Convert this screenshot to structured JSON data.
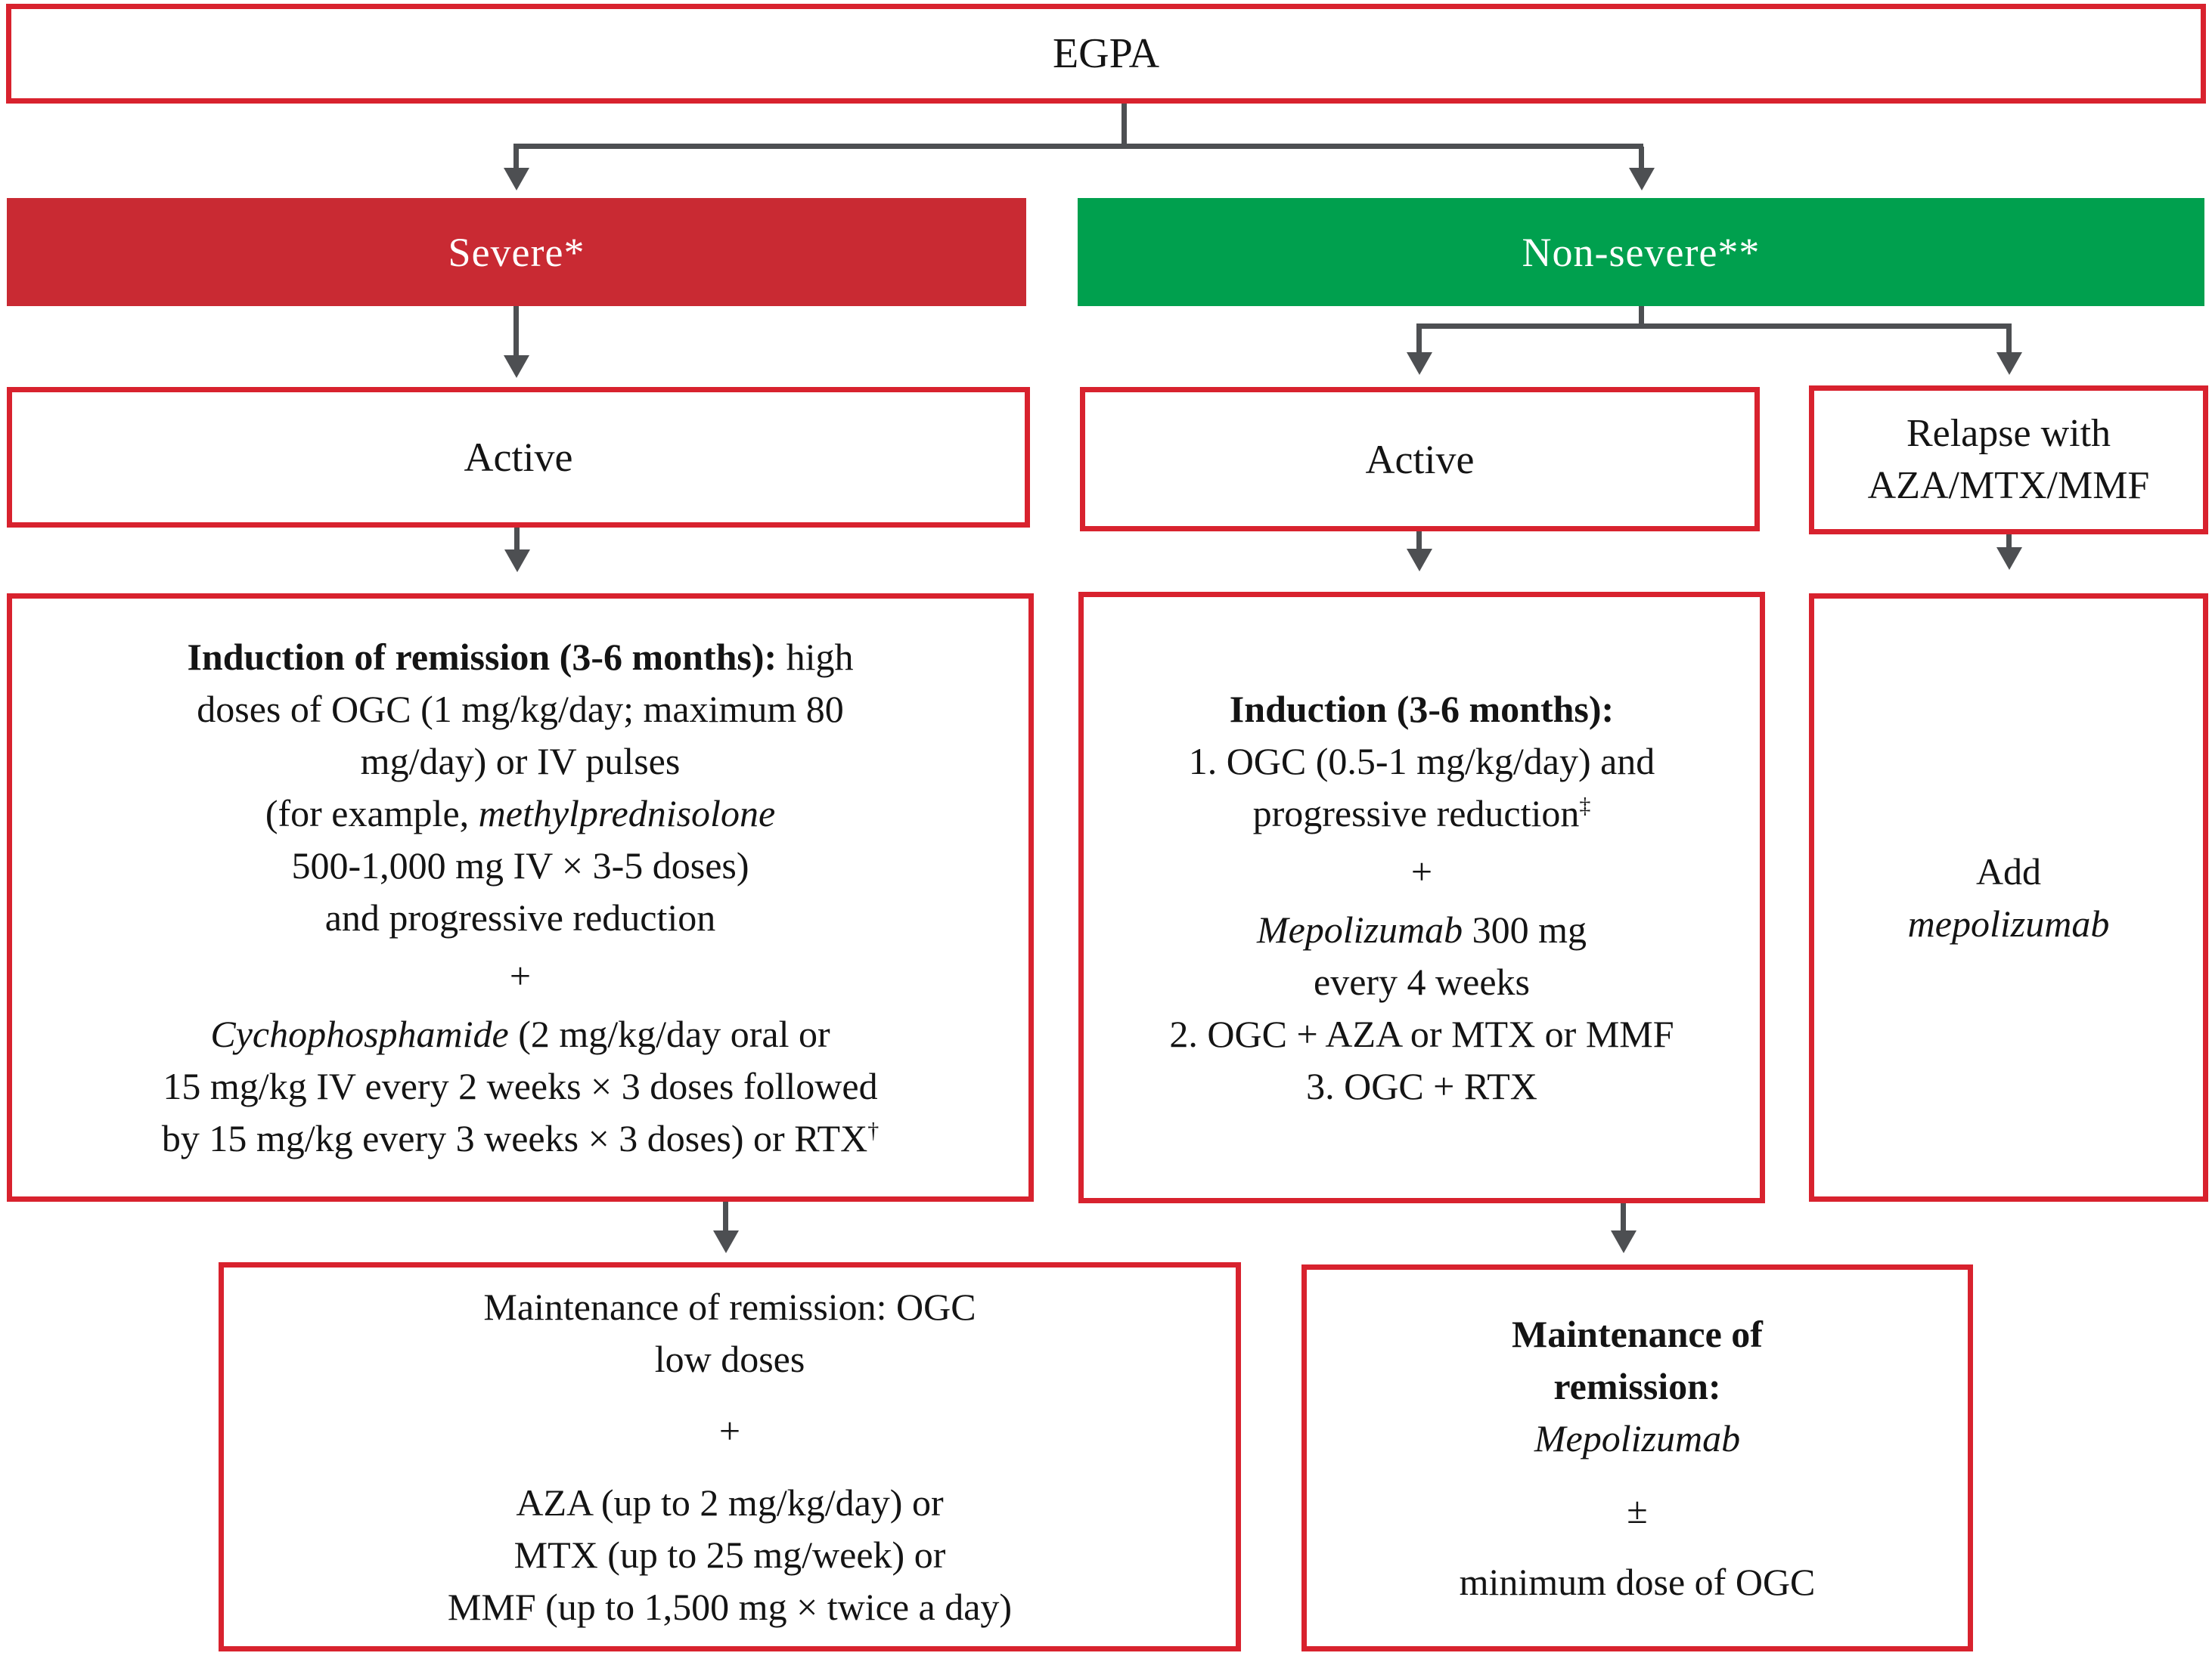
{
  "colors": {
    "bar_red": "#C92A33",
    "bar_green": "#00A04E",
    "box_border": "#D8222E",
    "connector": "#4D4F52",
    "text": "#141414"
  },
  "root": {
    "title": "EGPA"
  },
  "severe": {
    "header": "Severe*",
    "active": "Active",
    "induction": {
      "l1_bold": "Induction of remission (3-6 months):",
      "l1_rest": " high",
      "l2": "doses of OGC (1 mg/kg/day; maximum 80",
      "l3": "mg/day) or IV pulses",
      "l4_pre": "(for example, ",
      "l4_italic": "methylprednisolone",
      "l5": "500-1,000 mg IV × 3-5 doses)",
      "l6": "and progressive reduction",
      "plus": "+",
      "l8_italic": "Cychophosphamide",
      "l8_rest": " (2 mg/kg/day oral or",
      "l9": "15 mg/kg IV every 2 weeks × 3 doses followed",
      "l10": "by 15 mg/kg every 3 weeks × 3 doses) or RTX",
      "l10_sup": "†"
    },
    "maintenance": {
      "l1": "Maintenance of remission: OGC",
      "l2": "low doses",
      "plus": "+",
      "l4": "AZA (up to 2 mg/kg/day) or",
      "l5": "MTX (up to 25 mg/week) or",
      "l6": "MMF (up to 1,500 mg × twice a day)"
    }
  },
  "non_severe": {
    "header": "Non-severe**",
    "active": "Active",
    "relapse": {
      "l1": "Relapse with",
      "l2": "AZA/MTX/MMF"
    },
    "induction": {
      "l1_bold": "Induction (3-6 months):",
      "l2": "1. OGC (0.5-1 mg/kg/day) and",
      "l3": "progressive reduction",
      "l3_sup": "‡",
      "plus": "+",
      "l5_italic": "Mepolizumab",
      "l5_rest": " 300 mg",
      "l6": "every 4 weeks",
      "l7": "2. OGC + AZA or MTX or MMF",
      "l8": "3. OGC + RTX"
    },
    "add": {
      "l1": "Add",
      "l2_italic": "mepolizumab"
    },
    "maintenance": {
      "l1_bold": "Maintenance of",
      "l2_bold": "remission:",
      "l3_italic": "Mepolizumab",
      "pm": "±",
      "l5": "minimum dose of OGC"
    }
  }
}
